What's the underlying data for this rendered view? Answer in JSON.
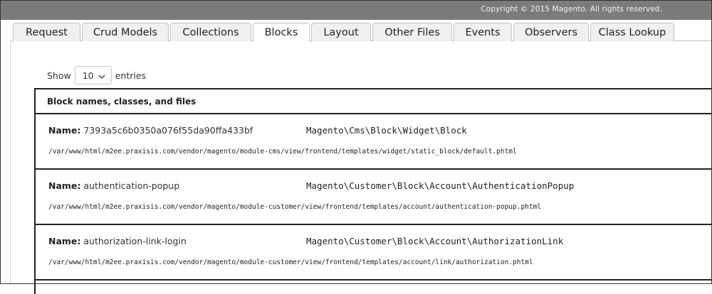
{
  "header": {
    "copyright": "Copyright © 2015 Magento. All rights reserved."
  },
  "tabs": [
    {
      "label": "Request",
      "active": false
    },
    {
      "label": "Crud Models",
      "active": false
    },
    {
      "label": "Collections",
      "active": false
    },
    {
      "label": "Blocks",
      "active": true
    },
    {
      "label": "Layout",
      "active": false
    },
    {
      "label": "Other Files",
      "active": false
    },
    {
      "label": "Events",
      "active": false
    },
    {
      "label": "Observers",
      "active": false
    },
    {
      "label": "Class Lookup",
      "active": false
    }
  ],
  "length_control": {
    "prefix": "Show",
    "selected": "10",
    "suffix": "entries"
  },
  "table": {
    "header": "Block names, classes, and files",
    "name_label": "Name:",
    "rows": [
      {
        "name": "7393a5c6b0350a076f55da90ffa433bf",
        "class": "Magento\\Cms\\Block\\Widget\\Block",
        "file": "/var/www/html/m2ee.praxisis.com/vendor/magento/module-cms/view/frontend/templates/widget/static_block/default.phtml"
      },
      {
        "name": "authentication-popup",
        "class": "Magento\\Customer\\Block\\Account\\AuthenticationPopup",
        "file": "/var/www/html/m2ee.praxisis.com/vendor/magento/module-customer/view/frontend/templates/account/authentication-popup.phtml"
      },
      {
        "name": "authorization-link-login",
        "class": "Magento\\Customer\\Block\\Account\\AuthorizationLink",
        "file": "/var/www/html/m2ee.praxisis.com/vendor/magento/module-customer/view/frontend/templates/account/link/authorization.phtml"
      }
    ]
  }
}
